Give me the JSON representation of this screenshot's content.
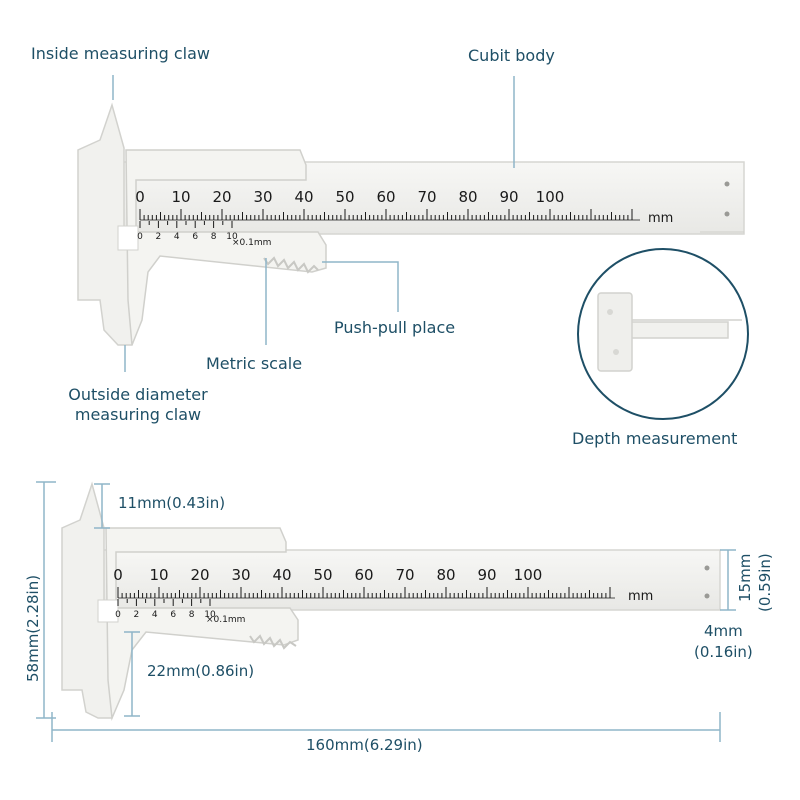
{
  "labels": {
    "inside_claw": "Inside measuring claw",
    "cubit_body": "Cubit body",
    "push_pull": "Push-pull place",
    "metric_scale": "Metric scale",
    "outside_claw_line1": "Outside diameter",
    "outside_claw_line2": "measuring claw",
    "depth": "Depth measurement"
  },
  "scale": {
    "main_numbers": [
      "0",
      "10",
      "20",
      "30",
      "40",
      "50",
      "60",
      "70",
      "80",
      "90",
      "100"
    ],
    "unit": "mm",
    "vernier_numbers": [
      "0",
      "2",
      "4",
      "6",
      "8",
      "10"
    ],
    "vernier_unit": "×0.1mm"
  },
  "dimensions": {
    "claw_top": "11mm(0.43in)",
    "claw_bottom": "22mm(0.86in)",
    "height": "58mm(2.28in)",
    "length": "160mm(6.29in)",
    "body_height_mm": "15mm",
    "body_height_in": "(0.59in)",
    "thickness_mm": "4mm",
    "thickness_in": "(0.16in)"
  },
  "colors": {
    "annotation": "#1e4f66",
    "dimension_line": "#8fb5c8",
    "ruler_fill": "#f2f2f0",
    "ruler_edge": "#d6d6d2",
    "scale_ink": "#1a1a1a"
  }
}
